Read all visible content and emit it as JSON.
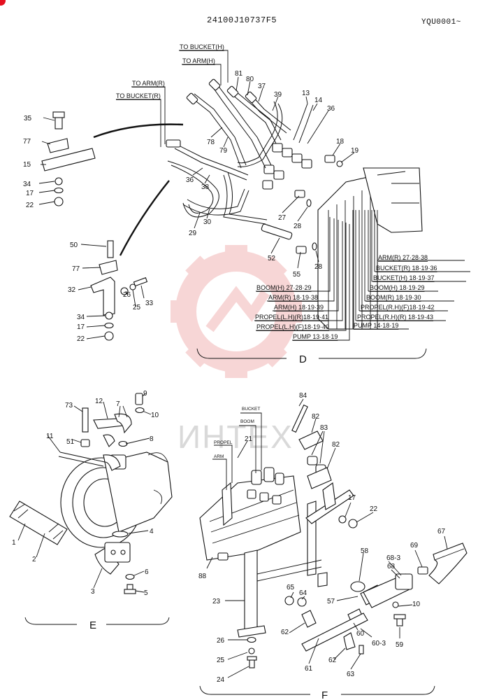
{
  "header": {
    "doc_number": "24100J10737F5",
    "page_code": "YQU0001~"
  },
  "watermark": {
    "text": "ИНТЕХ",
    "logo_color": "#f2b5b5"
  },
  "section_D": {
    "letter": "D",
    "line_labels": [
      "TO BUCKET(H)",
      "TO ARM(H)",
      "TO ARM(R)",
      "TO BUCKET(R)"
    ],
    "callouts_left": [
      "35",
      "77",
      "15",
      "34",
      "17",
      "22",
      "50",
      "77",
      "32",
      "34",
      "17",
      "22",
      "33",
      "26",
      "25"
    ],
    "callouts_main": [
      "81",
      "80",
      "37",
      "39",
      "13",
      "14",
      "36",
      "18",
      "19",
      "78",
      "79",
      "36",
      "38",
      "29",
      "30",
      "27",
      "28",
      "52",
      "55",
      "28"
    ],
    "port_labels": [
      "ARM(R) 27·28·38",
      "BUCKET(R) 18·19·36",
      "BUCKET(H) 18·19·37",
      "BOOM(H) 18·19·29",
      "BOOM(R) 18·19·30",
      "PROPEL(R.H)(F)18·19·42",
      "PROPEL(R.H)(R) 18·19·43",
      "PUMP 14·18·19",
      "BOOM(H) 27·28·29",
      "ARM(R) 18·19·38",
      "ARM(H) 18·19·39",
      "PROPEL(L.H)(R)18·19·41",
      "PROPEL(L.H)(F)18·19·40",
      "PUMP 13·18·19"
    ]
  },
  "section_E": {
    "letter": "E",
    "callouts": [
      "73",
      "12",
      "7",
      "9",
      "10",
      "51",
      "11",
      "8",
      "4",
      "1",
      "2",
      "3",
      "6",
      "5"
    ]
  },
  "section_F": {
    "letter": "F",
    "valve_labels": [
      "BUCKET",
      "BOOM",
      "PROPEL",
      "ARM"
    ],
    "callouts": [
      "84",
      "82",
      "83",
      "82",
      "21",
      "17",
      "22",
      "58",
      "67",
      "68-3",
      "68",
      "69",
      "88",
      "65",
      "64",
      "57",
      "10",
      "23",
      "62",
      "60",
      "60-3",
      "59",
      "26",
      "25",
      "24",
      "61",
      "62",
      "63"
    ]
  }
}
